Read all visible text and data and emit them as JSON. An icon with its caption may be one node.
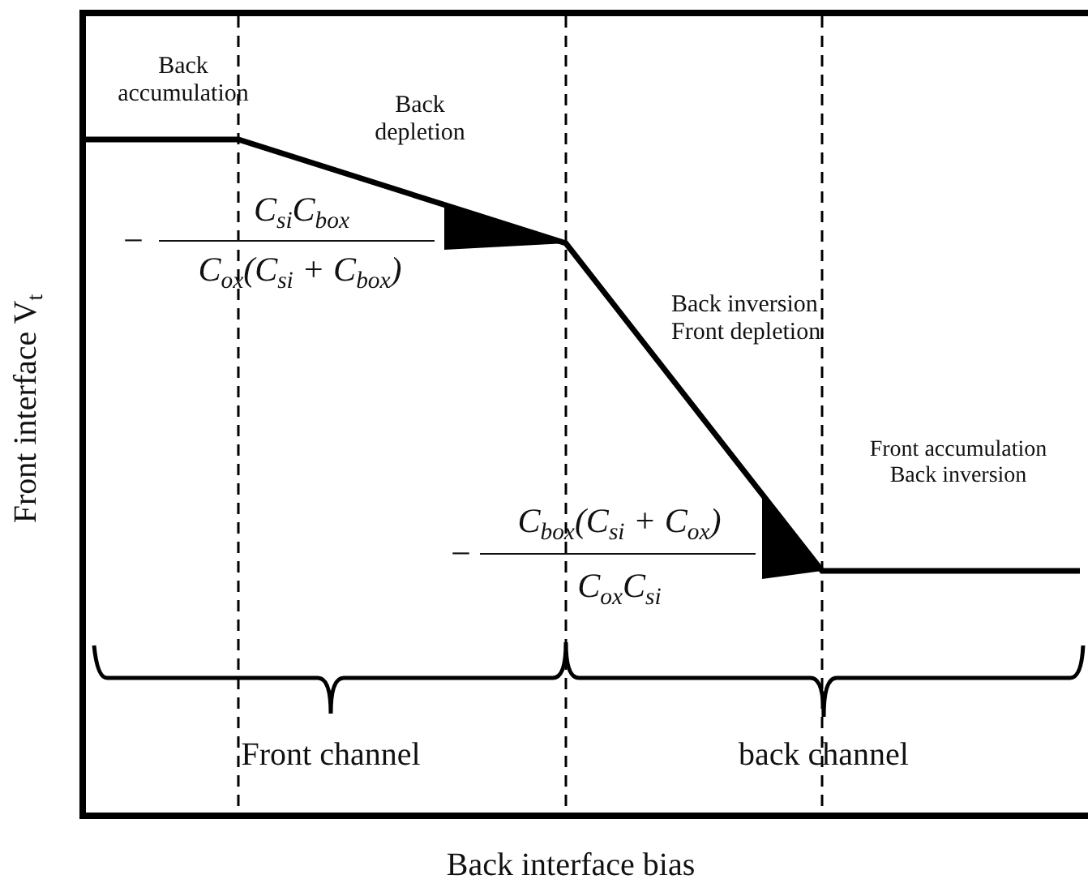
{
  "diagram": {
    "labels": [
      "Back accumulation",
      "Back depletion",
      "−",
      "C$_{si}$C$_{box}$",
      "C$_{ox}$(C$_{si}$ + C$_{box}$)",
      "Back inversion Front depletion",
      "Front accumulation Back inversion",
      "−",
      "C$_{box}$(C$_{si}$ + C$_{ox}$)",
      "C$_{ox}$C$_{si}$",
      "Front channel",
      "back channel",
      "Front interface V$_{t}$",
      "Back interface bias"
    ]
  }
}
